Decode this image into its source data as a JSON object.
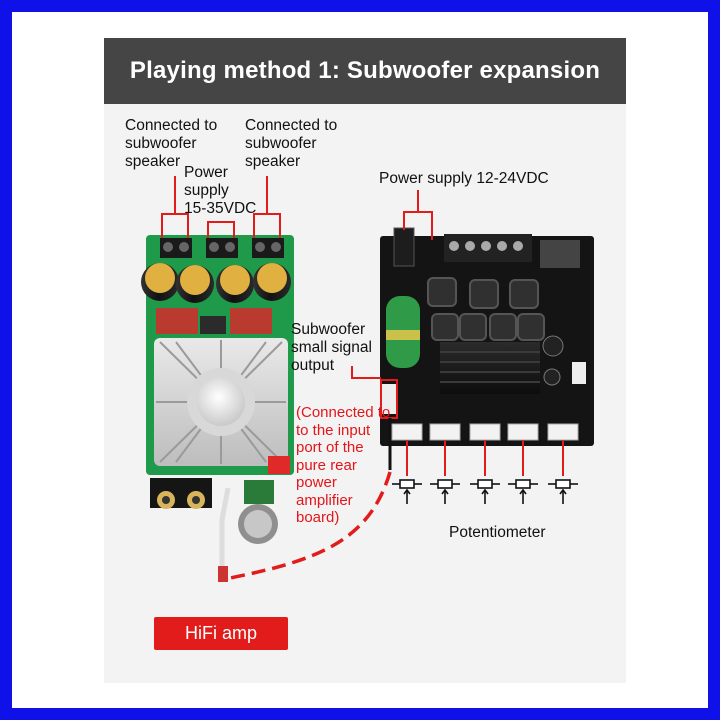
{
  "title": "Playing method 1: Subwoofer expansion",
  "labels": {
    "speaker_left": "Connected to\nsubwoofer\nspeaker",
    "speaker_right": "Connected to\nsubwoofer\nspeaker",
    "power_hifi": "Power\nsupply\n15-35VDC",
    "power_board": "Power supply 12-24VDC",
    "subwoofer_output": "Subwoofer\nsmall signal\noutput",
    "rear_note": "(Connected to\nto the input\nport of the\npure rear\npower\namplifier\nboard)",
    "potentiometer": "Potentiometer"
  },
  "badge": "HiFi amp",
  "colors": {
    "border": "#1010e8",
    "title_bg": "#454545",
    "accent_red": "#e21b1b",
    "pcb_green": "#1f9a4a",
    "pcb_black": "#141414"
  }
}
